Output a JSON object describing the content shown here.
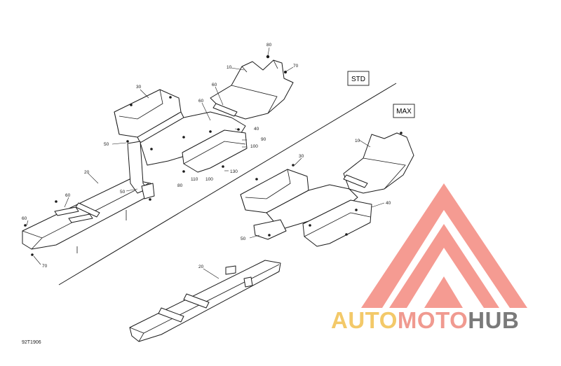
{
  "diagram": {
    "callouts": [
      "80",
      "70",
      "10",
      "60",
      "60",
      "30",
      "40",
      "90",
      "100",
      "50",
      "130",
      "110",
      "100",
      "80",
      "20",
      "50",
      "60",
      "60",
      "70",
      "30",
      "10",
      "40",
      "50",
      "20"
    ],
    "variants": {
      "std": "STD",
      "max": "MAX"
    },
    "drawing_number": "92T1906"
  },
  "watermark": {
    "brand_part1": "AUTO",
    "brand_part2": "MOTO",
    "brand_part3": "HUB",
    "colors": {
      "auto": "#f3c969",
      "moto": "#f09a90",
      "hub": "#7a7a7a",
      "logo": "#f07a70"
    }
  }
}
